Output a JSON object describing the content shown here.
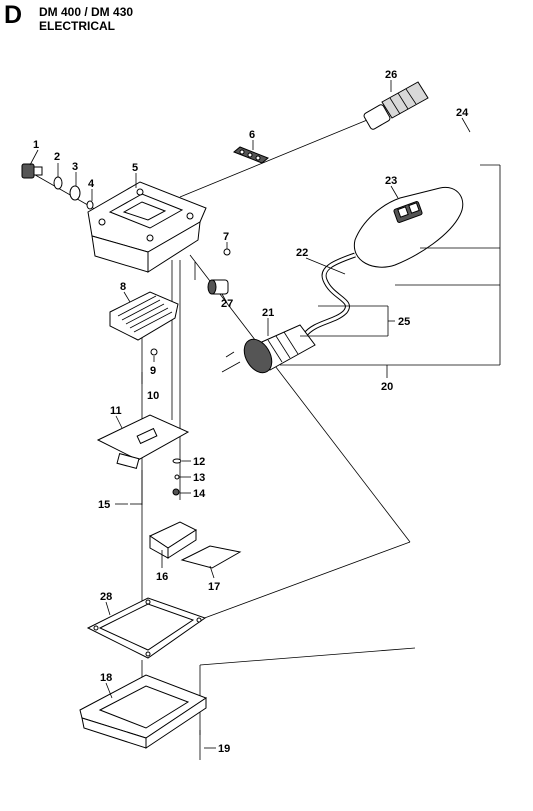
{
  "header": {
    "section_letter": "D",
    "model_line": "DM 400 / DM 430",
    "section_name": "ELECTRICAL"
  },
  "callouts": {
    "c1": "1",
    "c2": "2",
    "c3": "3",
    "c4": "4",
    "c5": "5",
    "c6": "6",
    "c7": "7",
    "c8": "8",
    "c9": "9",
    "c10": "10",
    "c11": "11",
    "c12": "12",
    "c13": "13",
    "c14": "14",
    "c15": "15",
    "c16": "16",
    "c17": "17",
    "c18": "18",
    "c19": "19",
    "c20": "20",
    "c21": "21",
    "c22": "22",
    "c23": "23",
    "c24": "24",
    "c25": "25",
    "c26": "26",
    "c27": "27",
    "c28": "28"
  }
}
